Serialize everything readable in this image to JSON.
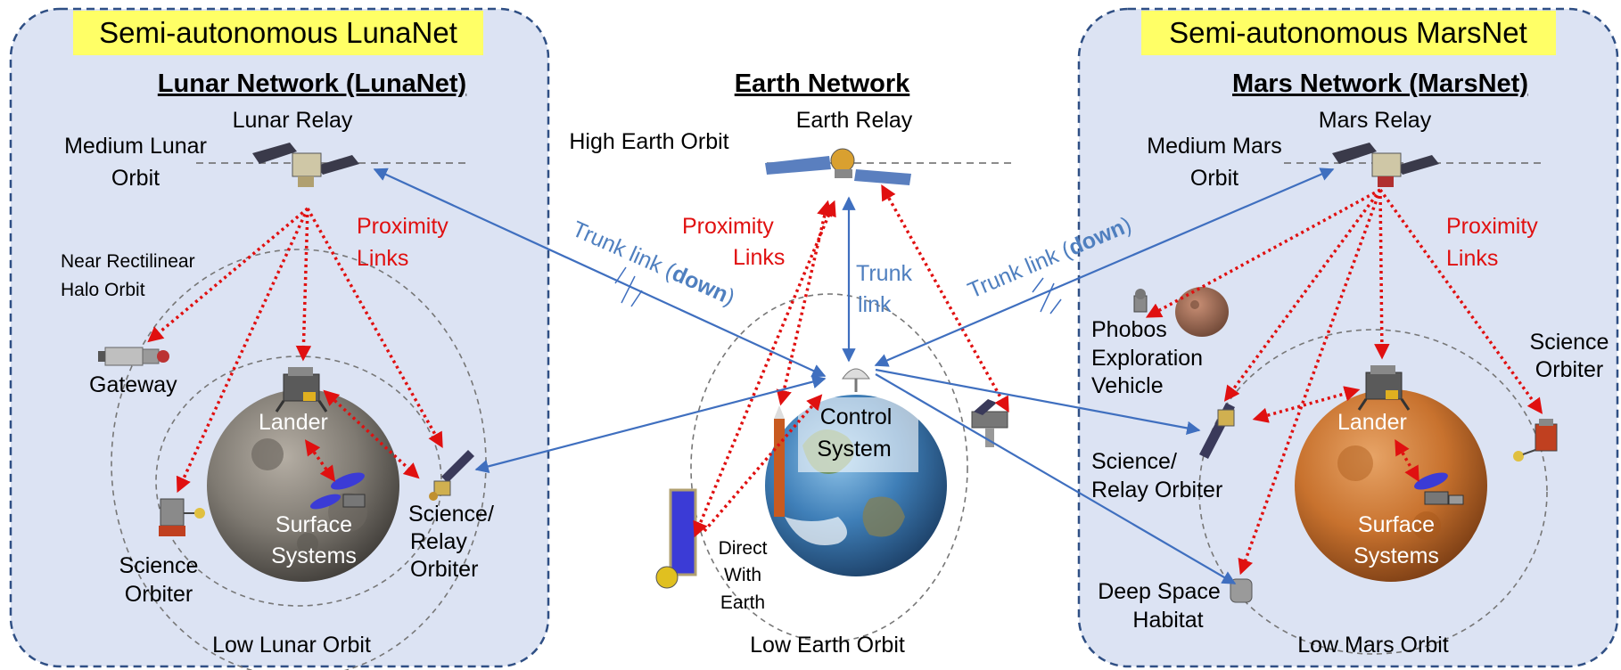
{
  "luna": {
    "banner": "Semi-autonomous LunaNet",
    "title": "Lunar Network (LunaNet)",
    "relay": "Lunar Relay",
    "orbit_medium": [
      "Medium Lunar",
      "Orbit"
    ],
    "nrho": [
      "Near Rectilinear",
      "Halo Orbit"
    ],
    "proximity": [
      "Proximity",
      "Links"
    ],
    "gateway": "Gateway",
    "lander": "Lander",
    "surface": [
      "Surface",
      "Systems"
    ],
    "science_relay": [
      "Science/",
      "Relay",
      "Orbiter"
    ],
    "science_orbiter": [
      "Science",
      "Orbiter"
    ],
    "low_orbit": "Low Lunar Orbit"
  },
  "earth": {
    "title": "Earth Network",
    "relay": "Earth Relay",
    "high_orbit": "High Earth Orbit",
    "proximity": [
      "Proximity",
      "Links"
    ],
    "trunk_down_left": [
      "Trunk link (",
      "down",
      ")"
    ],
    "trunk_link": [
      "Trunk",
      "link"
    ],
    "trunk_down_right": [
      "Trunk link (",
      "down",
      ")"
    ],
    "control": [
      "Control",
      "System"
    ],
    "dte": [
      "Direct",
      "With",
      "Earth"
    ],
    "low_orbit": "Low Earth Orbit"
  },
  "mars": {
    "banner": "Semi-autonomous MarsNet",
    "title": "Mars Network (MarsNet)",
    "relay": "Mars Relay",
    "orbit_medium": [
      "Medium Mars",
      "Orbit"
    ],
    "proximity": [
      "Proximity",
      "Links"
    ],
    "phobos": [
      "Phobos",
      "Exploration",
      "Vehicle"
    ],
    "science_orbiter": [
      "Science",
      "Orbiter"
    ],
    "lander": "Lander",
    "science_relay": [
      "Science/",
      "Relay Orbiter"
    ],
    "surface": [
      "Surface",
      "Systems"
    ],
    "habitat": [
      "Deep Space",
      "Habitat"
    ],
    "low_orbit": "Low Mars Orbit"
  },
  "colors": {
    "panel": "#dce3f3",
    "panel_border": "#2f4f84",
    "banner": "#ffff66",
    "proximity": "#e01010",
    "trunk": "#3f6fbf"
  }
}
